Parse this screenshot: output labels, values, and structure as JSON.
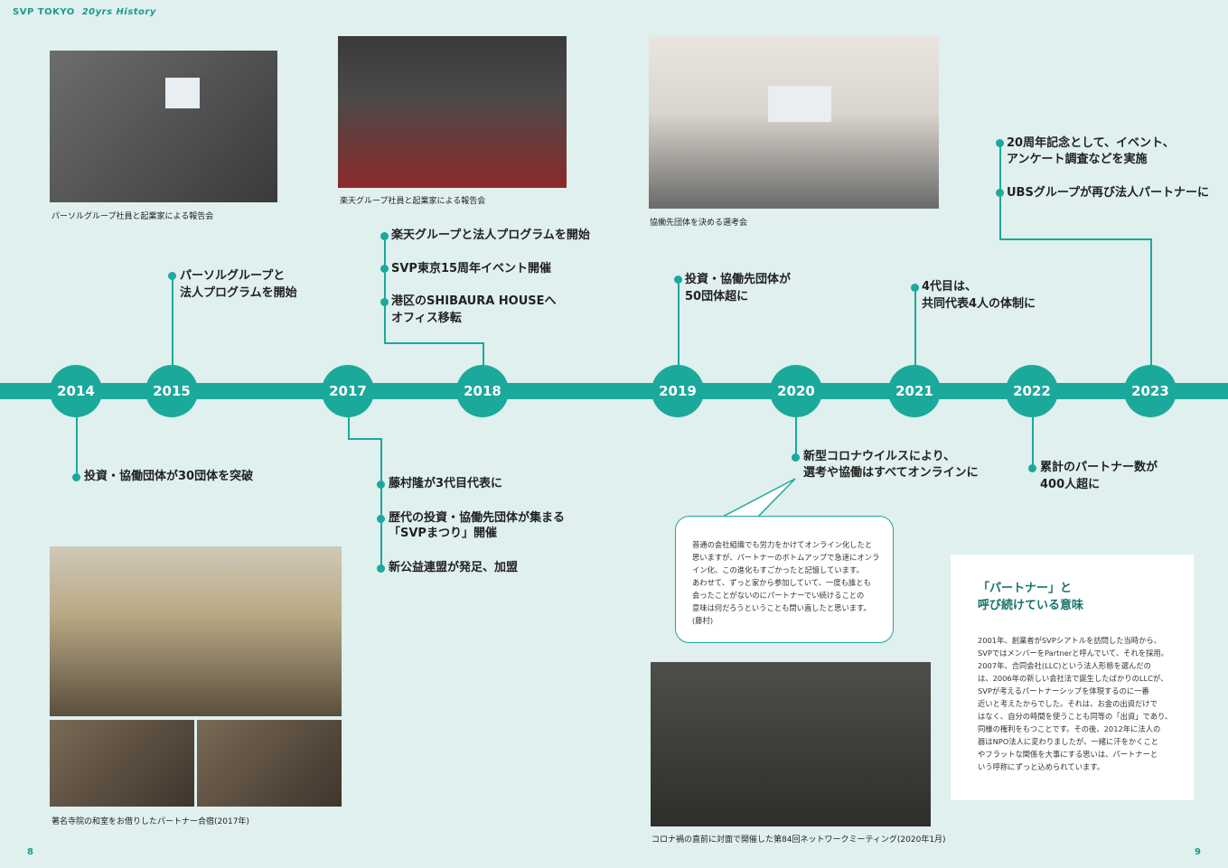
{
  "header": {
    "brand": "SVP TOKYO",
    "subtitle": "20yrs History"
  },
  "page_numbers": {
    "left": "8",
    "right": "9"
  },
  "years": [
    "2014",
    "2015",
    "2017",
    "2018",
    "2019",
    "2020",
    "2021",
    "2022",
    "2023"
  ],
  "events": {
    "e2014": [
      "投資・協働団体が30団体を突破"
    ],
    "e2015": [
      "パーソルグループと",
      "法人プログラムを開始"
    ],
    "e2017": [
      "藤村隆が3代目代表に",
      "歴代の投資・協働先団体が集まる",
      "「SVPまつり」開催",
      "新公益連盟が発足、加盟"
    ],
    "e2018": [
      "楽天グループと法人プログラムを開始",
      "SVP東京15周年イベント開催",
      "港区のSHIBAURA HOUSEへ",
      "オフィス移転"
    ],
    "e2019": [
      "投資・協働先団体が",
      "50団体超に"
    ],
    "e2020": [
      "新型コロナウイルスにより、",
      "選考や協働はすべてオンラインに"
    ],
    "e2021": [
      "4代目は、",
      "共同代表4人の体制に"
    ],
    "e2022": [
      "累計のパートナー数が",
      "400人超に"
    ],
    "e2023": [
      "20周年記念として、イベント、",
      "アンケート調査などを実施",
      "UBSグループが再び法人パートナーに"
    ]
  },
  "captions": {
    "persol": "パーソルグループ社員と起業家による報告会",
    "rakuten": "楽天グループ社員と起業家による報告会",
    "selection": "協働先団体を決める選考会",
    "camp": "著名寺院の和室をお借りしたパートナー合宿(2017年)",
    "meeting": "コロナ禍の直前に対面で開催した第84回ネットワークミーティング(2020年1月)"
  },
  "bubble_text": [
    "普通の会社組織でも労力をかけてオンライン化したと",
    "思いますが、パートナーのボトムアップで急速にオンラ",
    "イン化、この進化もすごかったと記憶しています。",
    "あわせて、ずっと家から参加していて、一度も誰とも",
    "会ったことがないのにパートナーでい続けることの",
    "意味は何だろうということも問い直したと思います。",
    "(藤村)"
  ],
  "note": {
    "title": [
      "「パートナー」と",
      "呼び続けている意味"
    ],
    "body": [
      "2001年、創業者がSVPシアトルを訪問した当時から、",
      "SVPではメンバーをPartnerと呼んでいて、それを採用。",
      "2007年、合同会社(LLC)という法人形態を選んだの",
      "は、2006年の新しい会社法で誕生したばかりのLLCが、",
      "SVPが考えるパートナーシップを体現するのに一番",
      "近いと考えたからでした。それは、お金の出資だけで",
      "はなく、自分の時間を使うことも同等の「出資」であり、",
      "同様の権利をもつことです。その後、2012年に法人の",
      "器はNPO法人に変わりましたが、一緒に汗をかくこと",
      "やフラットな関係を大事にする思いは、パートナーと",
      "いう呼称にずっと込められています。"
    ]
  },
  "colors": {
    "teal": "#1ba99b",
    "background": "#dff0ee",
    "title_green": "#17746b"
  }
}
